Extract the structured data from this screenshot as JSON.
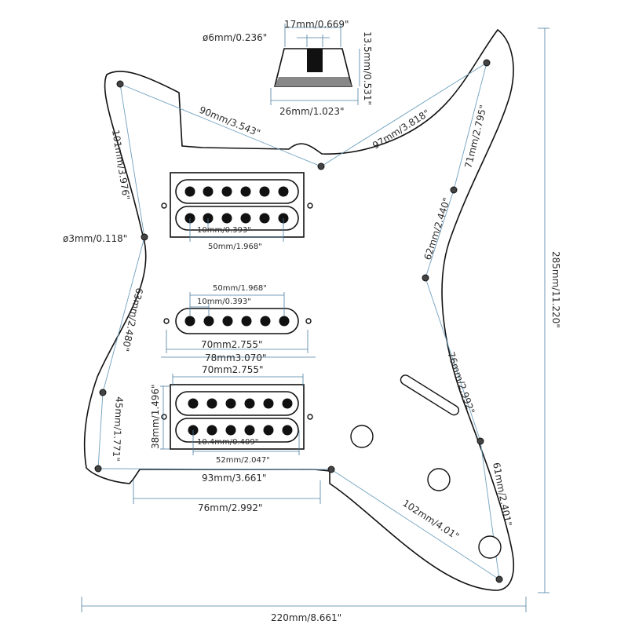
{
  "labels": {
    "knob_width": "17mm/0.669\"",
    "knob_shaft": "ø6mm/0.236\"",
    "knob_height": "13.5mm/0.531\"",
    "knob_base": "26mm/1.023\"",
    "neck_top_span": "90mm/3.543\"",
    "horn_span": "97mm/3.818\"",
    "left_top_span": "101mm/3.976\"",
    "screw_hole": "ø3mm/0.118\"",
    "right_upper_span": "71mm/2.795\"",
    "right_mid_span": "62mm/2.440\"",
    "left_mid_span": "63mm/2.480\"",
    "right_lower_span": "76mm/2.992\"",
    "left_lower_span": "45mm/1.771\"",
    "right_bottom_span": "61mm/2.401\"",
    "bottom_diag_span": "102mm/4.01\"",
    "bottom_edge_span": "93mm/3.661\"",
    "bridge_cut": "76mm/2.992\"",
    "hb1_pole_pitch": "10mm/0.393\"",
    "hb1_pole_span": "50mm/1.968\"",
    "sc_pole_span": "50mm/1.968\"",
    "sc_pole_pitch": "10mm/0.393\"",
    "sc_body_width": "70mm2.755\"",
    "sc_mount_width": "78mm3.070\"",
    "hb2_body_width": "70mm2.755\"",
    "hb2_height": "38mm/1.496\"",
    "hb2_pole_pitch": "10.4mm/0.409\"",
    "hb2_pole_span": "52mm/2.047\"",
    "total_height": "285mm/11.220\"",
    "total_width": "220mm/8.661\""
  }
}
